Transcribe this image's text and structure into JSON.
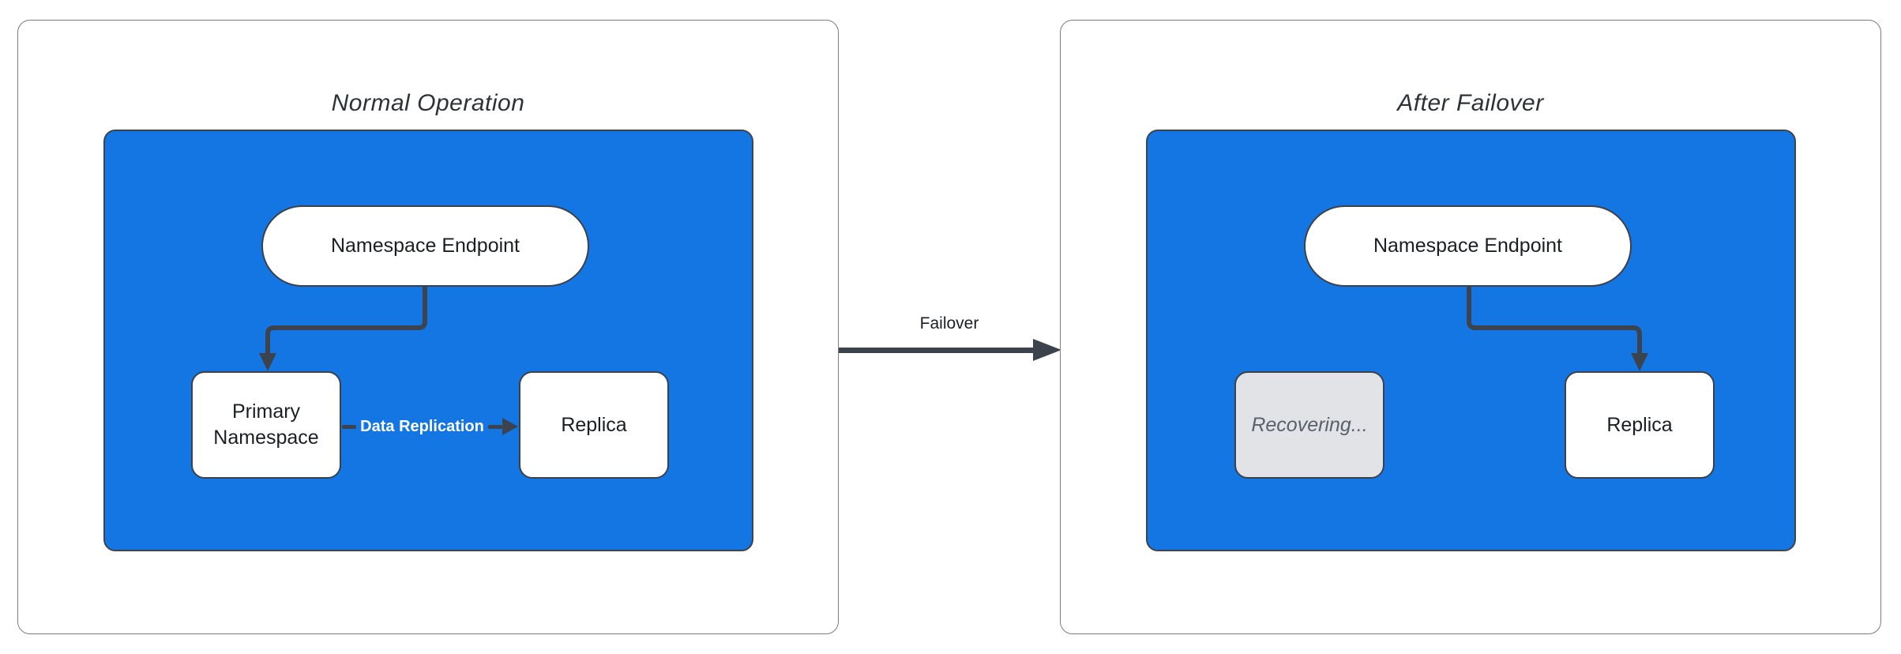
{
  "left_panel": {
    "title": "Normal Operation",
    "endpoint_label": "Namespace Endpoint",
    "primary_label": "Primary Namespace",
    "replica_label": "Replica",
    "replication_label": "Data Replication"
  },
  "transition": {
    "label": "Failover"
  },
  "right_panel": {
    "title": "After Failover",
    "endpoint_label": "Namespace Endpoint",
    "recovering_label": "Recovering...",
    "replica_label": "Replica"
  },
  "colors": {
    "blue": "#1476E2",
    "stroke": "#3C434D",
    "panel-border": "#7C7C7C",
    "node-border": "#3A414B",
    "title-color": "#2E3238",
    "text-color": "#1B1E22",
    "muted-fill": "#E2E3E6",
    "muted-text": "#5A616B"
  }
}
